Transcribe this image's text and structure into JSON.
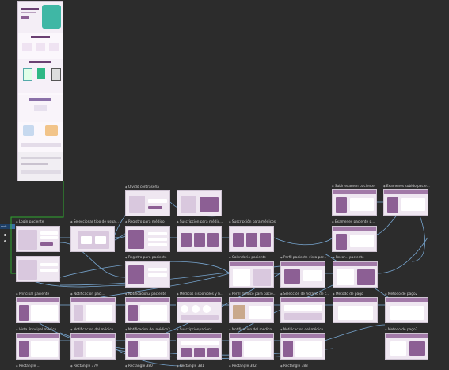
{
  "frames": [
    {
      "id": "login-paciente",
      "label": "Login paciente"
    },
    {
      "id": "seleccionar-tipo",
      "label": "Seleccionar tipo de usua..."
    },
    {
      "id": "registro-medico",
      "label": "Registro para médico"
    },
    {
      "id": "suscripcion-medic",
      "label": "Suscripción para médic..."
    },
    {
      "id": "suscripcion-medicos",
      "label": "Suscripción para médicos"
    },
    {
      "id": "olvido-contrasena",
      "label": "Olvidó contraseña"
    },
    {
      "id": "subir-examen",
      "label": "Subir examen paciente"
    },
    {
      "id": "examenes-subidos",
      "label": "Examenes subido pacie..."
    },
    {
      "id": "examenes-paciente",
      "label": "Examenes paciente p..."
    },
    {
      "id": "registro-paciente",
      "label": "Registro para paciente"
    },
    {
      "id": "calendario-paciente",
      "label": "Calendario paciente"
    },
    {
      "id": "perfil-paciente-vista",
      "label": "Perfil paciente vista por..."
    },
    {
      "id": "recordatorio-paciente",
      "label": "Recor... paciente"
    },
    {
      "id": "principal-paciente",
      "label": "Principal paciente"
    },
    {
      "id": "notificacion-paciente",
      "label": "Notificacion paci..."
    },
    {
      "id": "notificacion2-paciente",
      "label": "Notificacion2 paciente"
    },
    {
      "id": "medicos-disponibles",
      "label": "Médicos disponibles y b..."
    },
    {
      "id": "perfil-medico",
      "label": "Perfil medico para pacie..."
    },
    {
      "id": "seleccion-horario",
      "label": "Selección de horario de c..."
    },
    {
      "id": "metodo-pago",
      "label": "Metodo de pago"
    },
    {
      "id": "metodo-pago2",
      "label": "Metodo de pago2"
    },
    {
      "id": "vista-principal-medico",
      "label": "Vista Principal médico"
    },
    {
      "id": "notificacion-medico",
      "label": "Notificacion del médico"
    },
    {
      "id": "notificacion-medico2",
      "label": "Notificacion del médico2"
    },
    {
      "id": "suscripcion-pacient",
      "label": "Suscripcionpacient"
    },
    {
      "id": "notificacion-medico-b",
      "label": "Notificacion del médico"
    },
    {
      "id": "notificacion-medico-c",
      "label": "Notificacion del médico"
    },
    {
      "id": "metodo-pago3",
      "label": "Metodo de pago3"
    },
    {
      "id": "rectangle-a",
      "label": "Rectangle ..."
    },
    {
      "id": "rectangle-379",
      "label": "Rectangle 379"
    },
    {
      "id": "rectangle-380",
      "label": "Rectangle 380"
    },
    {
      "id": "rectangle-381",
      "label": "Rectangle 381"
    },
    {
      "id": "rectangle-382",
      "label": "Rectangle 382"
    },
    {
      "id": "rectangle-383",
      "label": "Rectangle 383"
    }
  ],
  "sidebar": {
    "tab_label": "ords"
  },
  "colors": {
    "canvas": "#2c2c2c",
    "frame": "#efe7f1",
    "accent": "#8c5f94",
    "wire": "#7fb2e0",
    "group": "#2faa2f"
  }
}
